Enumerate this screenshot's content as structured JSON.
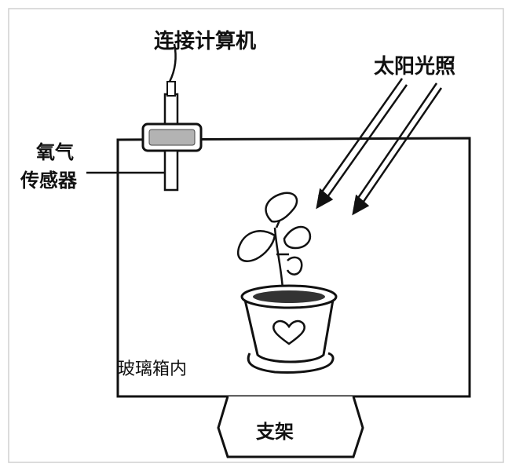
{
  "labels": {
    "computer": "连接计算机",
    "sunlight": "太阳光照",
    "sensor_line1": "氧气",
    "sensor_line2": "传感器",
    "glass_box": "玻璃箱内",
    "stand": "支架"
  },
  "colors": {
    "line": "#111111",
    "sensor_fill": "#b3b3b3",
    "frame": "#d0d0d0",
    "soil": "#333333"
  },
  "icons": [
    "oxygen-sensor-icon",
    "plant-icon",
    "heart-icon",
    "sunlight-arrow-icon"
  ]
}
